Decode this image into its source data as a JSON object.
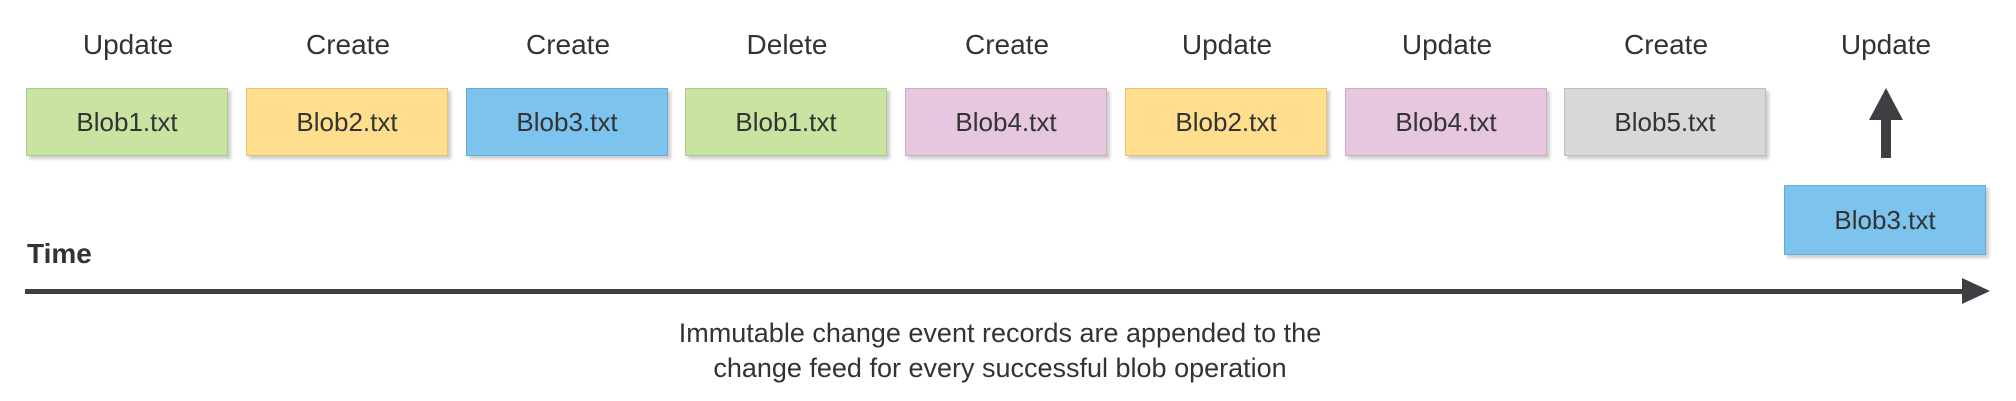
{
  "timeline": {
    "axis_label": "Time",
    "caption_line1": "Immutable change event records are appended to the",
    "caption_line2": "change feed for every successful blob operation"
  },
  "events": [
    {
      "operation": "Update",
      "blob": "Blob1.txt",
      "color": "green"
    },
    {
      "operation": "Create",
      "blob": "Blob2.txt",
      "color": "yellow"
    },
    {
      "operation": "Create",
      "blob": "Blob3.txt",
      "color": "blue"
    },
    {
      "operation": "Delete",
      "blob": "Blob1.txt",
      "color": "green"
    },
    {
      "operation": "Create",
      "blob": "Blob4.txt",
      "color": "pink"
    },
    {
      "operation": "Update",
      "blob": "Blob2.txt",
      "color": "yellow"
    },
    {
      "operation": "Update",
      "blob": "Blob4.txt",
      "color": "pink"
    },
    {
      "operation": "Create",
      "blob": "Blob5.txt",
      "color": "gray"
    },
    {
      "operation": "Update",
      "blob": "Blob3.txt",
      "color": "blue",
      "appended_below": true
    }
  ],
  "colors": {
    "green": "#C9E4A1",
    "yellow": "#FFDF8E",
    "blue": "#7CC3EE",
    "pink": "#E7C7E0",
    "gray": "#D8D8D8",
    "axis": "#3F3F43",
    "text": "#333333"
  }
}
